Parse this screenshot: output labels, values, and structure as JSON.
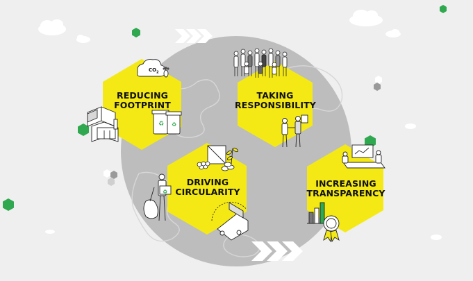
{
  "hexagons": [
    {
      "line1": "REDUCING",
      "line2": "FOOTPRINT"
    },
    {
      "line1": "TAKING",
      "line2": "RESPONSIBILITY"
    },
    {
      "line1": "DRIVING",
      "line2": "CIRCULARITY"
    },
    {
      "line1": "INCREASING",
      "line2": "TRANSPARENCY"
    }
  ],
  "co2_label": "CO",
  "co2_sub": "2",
  "colors": {
    "background": "#efefef",
    "globe": "#bdbdbd",
    "continents": "#cfcfcf",
    "accent_yellow": "#f4e915",
    "accent_green": "#2fa84f",
    "outline": "#222222"
  },
  "icons": [
    "cloud-icon",
    "chevron-arrows-icon",
    "co2-footprint-icon",
    "factory-solar-icon",
    "recycling-bins-icon",
    "team-people-icon",
    "handshake-icon",
    "solar-panel-icon",
    "tree-sprout-icon",
    "recycle-box-person-icon",
    "cleaning-robot-icon",
    "meeting-desk-icon",
    "bar-chart-icon",
    "award-badge-icon"
  ]
}
